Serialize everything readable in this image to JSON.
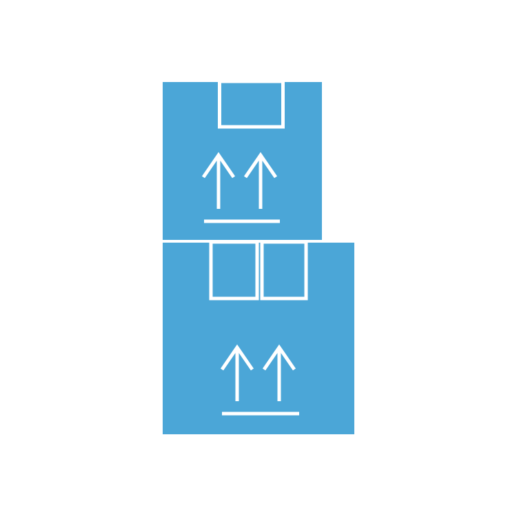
{
  "colors": {
    "background": "#ffffff",
    "box_fill": "#4ba6d7",
    "marking_stroke": "#ffffff"
  },
  "icon": {
    "name": "stacked-boxes-icon",
    "boxes": [
      {
        "name": "top-box",
        "markings": [
          "tape-flap",
          "this-side-up-arrows"
        ]
      },
      {
        "name": "bottom-box",
        "markings": [
          "double-tape-flap",
          "this-side-up-arrows"
        ]
      }
    ]
  }
}
